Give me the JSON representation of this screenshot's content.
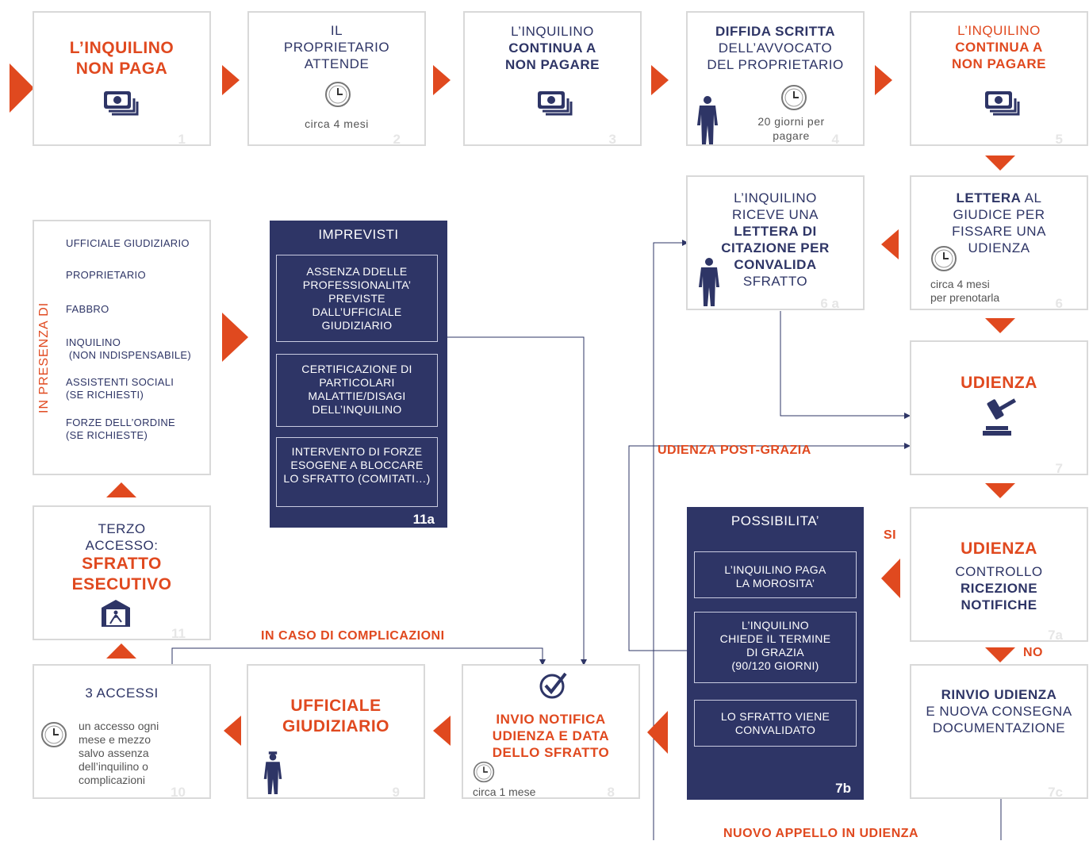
{
  "steps": {
    "s1": {
      "line1": "L’INQUILINO",
      "line2": "NON PAGA",
      "num": "1"
    },
    "s2": {
      "line1": "IL",
      "line2": "PROPRIETARIO",
      "line3": "ATTENDE",
      "note": "circa 4 mesi",
      "num": "2"
    },
    "s3": {
      "line1": "L’INQUILINO",
      "line2": "CONTINUA A",
      "line3": "NON PAGARE",
      "num": "3"
    },
    "s4": {
      "line1": "DIFFIDA SCRITTA",
      "line2": "DELL’AVVOCATO",
      "line3": "DEL PROPRIETARIO",
      "note1": "20 giorni per",
      "note2": "pagare",
      "num": "4"
    },
    "s5": {
      "line1": "L’INQUILINO",
      "line2": "CONTINUA A",
      "line3": "NON PAGARE",
      "num": "5"
    },
    "s6": {
      "line1a": "LETTERA",
      "line1b": " AL",
      "line2": "GIUDICE PER",
      "line3": "FISSARE UNA",
      "line4": "UDIENZA",
      "note1": "circa 4 mesi",
      "note2": "per prenotarla",
      "num": "6"
    },
    "s6a": {
      "line1": "L’INQUILINO",
      "line2": "RICEVE UNA",
      "line3": "LETTERA DI",
      "line4": "CITAZIONE PER",
      "line5": "CONVALIDA",
      "line6": "SFRATTO",
      "num": "6 a"
    },
    "s7": {
      "title": "UDIENZA",
      "num": "7"
    },
    "s7a": {
      "title": "UDIENZA",
      "line1": "CONTROLLO",
      "line2": "RICEZIONE",
      "line3": "NOTIFICHE",
      "num": "7a"
    },
    "s7c": {
      "line1": "RINVIO UDIENZA",
      "line2": "E NUOVA CONSEGNA",
      "line3": "DOCUMENTAZIONE",
      "num": "7c"
    },
    "s8": {
      "line1": "INVIO NOTIFICA",
      "line2": "UDIENZA E DATA",
      "line3": "DELLO SFRATTO",
      "note": "circa 1 mese",
      "num": "8"
    },
    "s9": {
      "line1": "UFFICIALE",
      "line2": "GIUDIZIARIO",
      "num": "9"
    },
    "s10": {
      "title": "3 ACCESSI",
      "note1": "un accesso ogni",
      "note2": "mese e mezzo",
      "note3": "salvo assenza",
      "note4": "dell’inquilino o",
      "note5": "complicazioni",
      "num": "10"
    },
    "s11": {
      "line1": "TERZO",
      "line2": "ACCESSO:",
      "line3": "SFRATTO",
      "line4": "ESECUTIVO",
      "num": "11"
    }
  },
  "presence": {
    "vertical_label": "IN PRESENZA DI",
    "items": [
      "UFFICIALE GIUDIZIARIO",
      "PROPRIETARIO",
      "FABBRO",
      "INQUILINO",
      " (NON INDISPENSABILE)",
      "ASSISTENTI SOCIALI",
      "(SE RICHIESTI)",
      "FORZE DELL’ORDINE",
      "(SE RICHIESTE)"
    ]
  },
  "imprevisti": {
    "title": "IMPREVISTI",
    "num": "11a",
    "i1": [
      "ASSENZA DDELLE",
      "PROFESSIONALITA’",
      "PREVISTE",
      "DALL’UFFICIALE",
      "GIUDIZIARIO"
    ],
    "i2": [
      "CERTIFICAZIONE DI",
      "PARTICOLARI",
      "MALATTIE/DISAGI",
      "DELL’INQUILINO"
    ],
    "i3": [
      "INTERVENTO DI FORZE",
      "ESOGENE A BLOCCARE",
      "LO SFRATTO (COMITATI…)"
    ]
  },
  "possibilita": {
    "title": "POSSIBILITA’",
    "num": "7b",
    "p1": [
      "L’INQUILINO PAGA",
      "LA MOROSITA’"
    ],
    "p2": [
      "L’INQUILINO",
      "CHIEDE IL TERMINE",
      "DI GRAZIA",
      "(90/120 GIORNI)"
    ],
    "p3": [
      "LO SFRATTO VIENE",
      "CONVALIDATO"
    ]
  },
  "labels": {
    "post_grazia": "UDIENZA POST-GRAZIA",
    "complicazioni": "IN CASO DI COMPLICAZIONI",
    "nuovo_appello": "NUOVO APPELLO IN UDIENZA",
    "si": "SI",
    "no": "NO"
  },
  "colors": {
    "navy": "#2e3566",
    "orange": "#e0491f",
    "border": "#d9d9d9"
  }
}
